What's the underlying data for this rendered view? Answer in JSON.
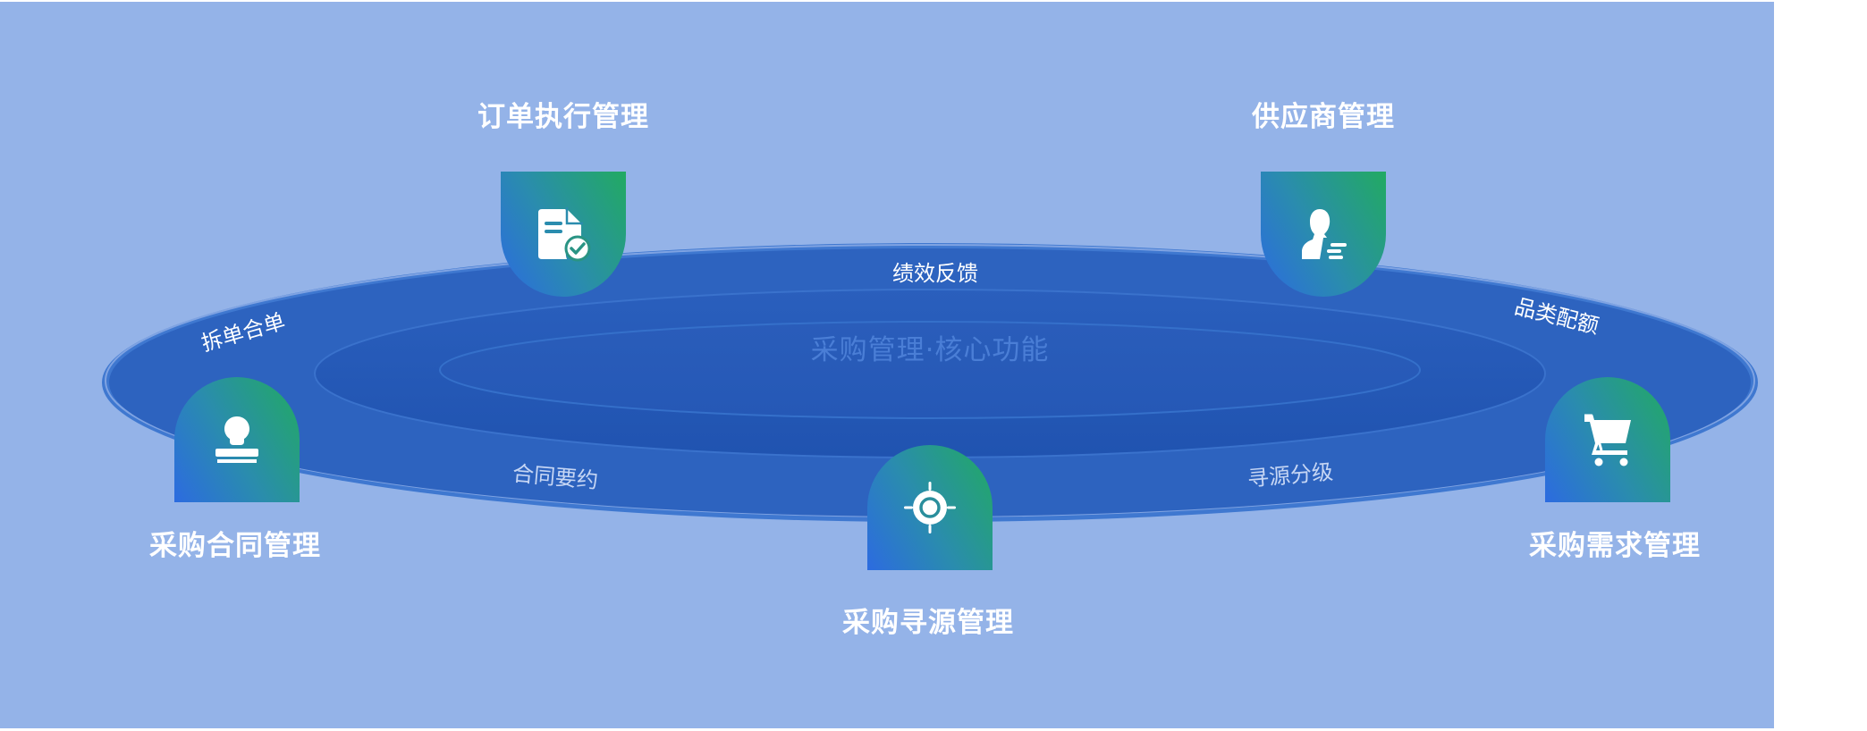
{
  "diagram": {
    "center_title": "采购管理·核心功能",
    "colors": {
      "background": "#94B3E8",
      "ring": "#2D63BF",
      "ring_edge": "#3F78D0",
      "ring_highlight": "#7FA3E2",
      "middle_ellipse": "#2657B5",
      "inner_ellipse": "#2659B8",
      "icon_gradient_start": "#2C6BE0",
      "icon_gradient_end": "#22AA62",
      "title_text": "#FFFFFF",
      "center_text": "#4A7ED6"
    },
    "nodes": [
      {
        "id": "order-execution",
        "title": "订单执行管理",
        "icon": "document-check-icon"
      },
      {
        "id": "supplier",
        "title": "供应商管理",
        "icon": "user-list-icon"
      },
      {
        "id": "contract",
        "title": "采购合同管理",
        "icon": "stamp-icon"
      },
      {
        "id": "sourcing",
        "title": "采购寻源管理",
        "icon": "target-icon"
      },
      {
        "id": "demand",
        "title": "采购需求管理",
        "icon": "shopping-cart-icon"
      }
    ],
    "ring_labels": [
      {
        "text": "绩效反馈",
        "between": [
          "订单执行管理",
          "供应商管理"
        ]
      },
      {
        "text": "拆单合单",
        "between": [
          "采购合同管理",
          "订单执行管理"
        ]
      },
      {
        "text": "品类配额",
        "between": [
          "供应商管理",
          "采购需求管理"
        ]
      },
      {
        "text": "合同要约",
        "between": [
          "采购合同管理",
          "采购寻源管理"
        ]
      },
      {
        "text": "寻源分级",
        "between": [
          "采购寻源管理",
          "采购需求管理"
        ]
      }
    ]
  }
}
